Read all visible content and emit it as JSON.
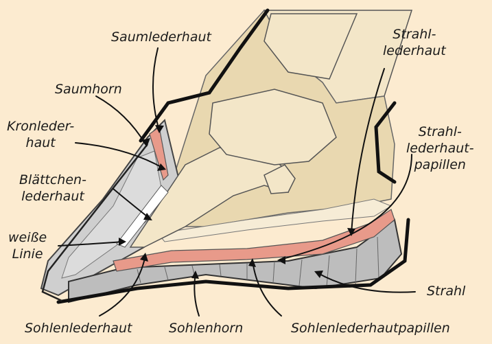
{
  "colors": {
    "background": "#fcebd0",
    "bone": "#f3e6c8",
    "dermis_red": "#e89a8a",
    "horn_grey": "#cfcfcf",
    "tissue": "#e9d8b0"
  },
  "labels": {
    "saumlederhaut": "Saumlederhaut",
    "saumhorn": "Saumhorn",
    "kronlederhaut": "Kronleder-\nhaut",
    "blaettchenlederhaut": "Blättchen-\nlederhaut",
    "weisse_linie": "weiße\nLinie",
    "sohlenlederhaut": "Sohlenlederhaut",
    "sohlenhorn": "Sohlenhorn",
    "sohlenlederhautpapillen": "Sohlenlederhautpapillen",
    "strahl": "Strahl",
    "strahllederhaut": "Strahl-\nlederhaut",
    "strahllederhautpapillen": "Strahl-\nlederhaut-\npapillen"
  }
}
